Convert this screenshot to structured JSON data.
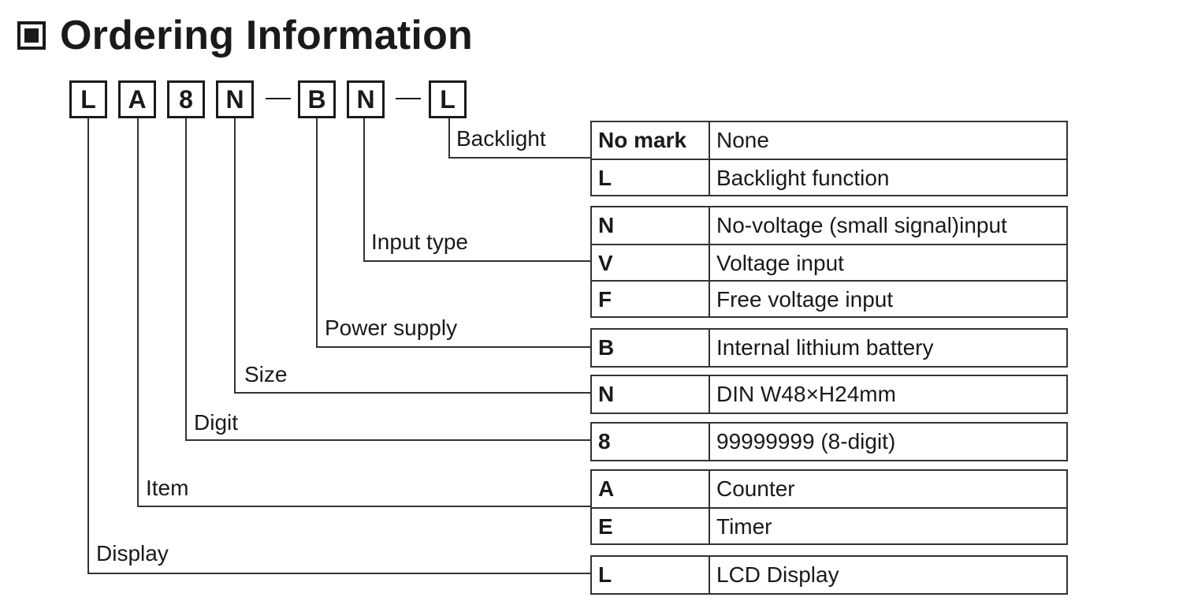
{
  "title": "Ordering Information",
  "model_code": {
    "chars": [
      "L",
      "A",
      "8",
      "N",
      "B",
      "N",
      "L"
    ],
    "separator": "-"
  },
  "segments": [
    {
      "label": "Backlight",
      "options": [
        {
          "code": "No mark",
          "desc": "None"
        },
        {
          "code": "L",
          "desc": "Backlight function"
        }
      ]
    },
    {
      "label": "Input type",
      "options": [
        {
          "code": "N",
          "desc": "No-voltage (small signal)input"
        },
        {
          "code": "V",
          "desc": "Voltage input"
        },
        {
          "code": "F",
          "desc": "Free voltage input"
        }
      ]
    },
    {
      "label": "Power supply",
      "options": [
        {
          "code": "B",
          "desc": "Internal lithium battery"
        }
      ]
    },
    {
      "label": "Size",
      "options": [
        {
          "code": "N",
          "desc": "DIN W48×H24mm"
        }
      ]
    },
    {
      "label": "Digit",
      "options": [
        {
          "code": "8",
          "desc": "99999999 (8-digit)"
        }
      ]
    },
    {
      "label": "Item",
      "options": [
        {
          "code": "A",
          "desc": "Counter"
        },
        {
          "code": "E",
          "desc": "Timer"
        }
      ]
    },
    {
      "label": "Display",
      "options": [
        {
          "code": "L",
          "desc": "LCD Display"
        }
      ]
    }
  ]
}
